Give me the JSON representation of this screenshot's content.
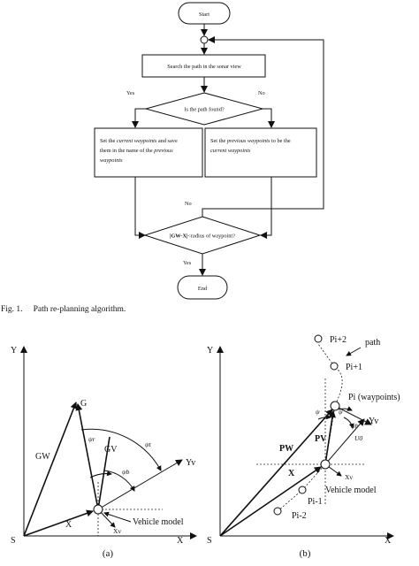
{
  "flowchart": {
    "start_label": "Start",
    "search_label": "Search the path in the sonar view",
    "decision_found": "Is the path found?",
    "yes_label": "Yes",
    "no_label": "No",
    "left_box": {
      "line1_pre": "Set the ",
      "line1_em": "current waypoints",
      "line1_post": " and save",
      "line2": "them in the name of the ",
      "line2_em": "previous",
      "line3_em": "waypoints"
    },
    "right_box": {
      "line1_pre": "Set the ",
      "line1_em": "previous waypoints",
      "line1_post": " to be the",
      "line2_em": "current waypoints"
    },
    "decision_radius": {
      "bold": "|GW-X|",
      "rest": "<radius of waypoint?"
    },
    "no_label_2": "No",
    "yes_label_2": "Yes",
    "end_label": "End"
  },
  "caption": {
    "fig": "Fig. 1.",
    "text": "Path re-planning algorithm."
  },
  "diagram_a": {
    "axis_y": "Y",
    "axis_x": "X",
    "origin": "S",
    "g_label": "G",
    "gw_label": "GW",
    "gv_label": "GV",
    "x_label": "X",
    "yv_label": "Yv",
    "xv_label": "Xv",
    "psi_r": "ψr",
    "psi_t": "ψt",
    "psi_b": "ψb",
    "vehicle_label": "Vehicle model",
    "sub_caption": "(a)"
  },
  "diagram_b": {
    "axis_y": "Y",
    "axis_x": "X",
    "origin": "S",
    "p_i2": "Pi+2",
    "path_label": "path",
    "p_i1": "Pi+1",
    "p_i": "Pi (waypoints)",
    "psi_l": "ψ",
    "psi_m": "ψ",
    "psi_b": "ψb",
    "u0": "U0",
    "yv_label": "Yv",
    "pw_label": "PW",
    "pv_label": "PV",
    "x_label": "X",
    "xv_label": "Xv",
    "vehicle_label": "Vehicle model",
    "p_im1": "Pi-1",
    "p_im2": "Pi-2",
    "sub_caption": "(b)"
  }
}
